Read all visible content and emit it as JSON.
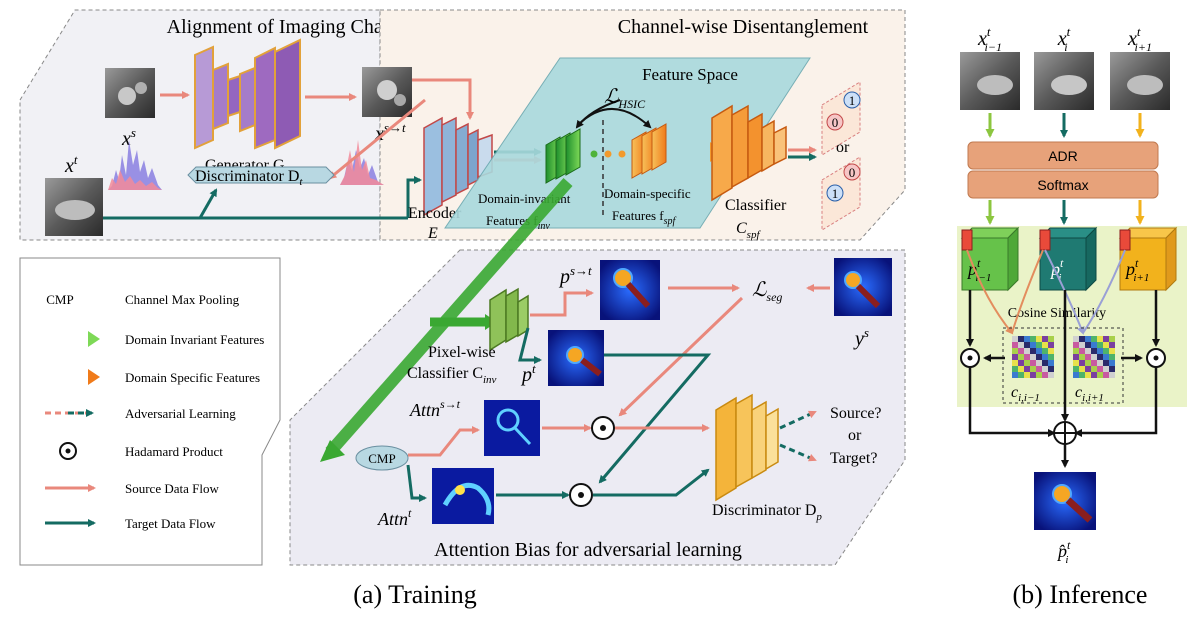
{
  "colors": {
    "source_flow": "#e9887c",
    "target_flow": "#146b62",
    "invariant_green": "#4fb33a",
    "specific_orange": "#f39a2c",
    "encoder_blue": "#8fb8da",
    "generator_purple": "#9e6ac0",
    "feature_space": "#a9d9dd",
    "panel_grey": "#f1f1f5",
    "panel_beige": "#faf2ea",
    "panel_lavender": "#ecebf3",
    "inference_panel": "#eaf3c8",
    "adr_box": "#e7a27a"
  },
  "panels": {
    "alignment_title": "Alignment of Imaging Characteristics",
    "disentangle_title": "Channel-wise Disentanglement",
    "attention_title": "Attention Bias for adversarial learning",
    "training_caption": "(a) Training",
    "inference_caption": "(b) Inference"
  },
  "alignment": {
    "x_s": "x",
    "x_s_sup": "s",
    "x_t": "x",
    "x_t_sup": "t",
    "x_st": "x",
    "x_st_sup": "s→t",
    "generator": "Generator G",
    "generator_sub": "t",
    "discriminator": "Discriminator D",
    "discriminator_sub": "t"
  },
  "disentangle": {
    "encoder_line1": "Encoder",
    "encoder_line2": "E",
    "feature_space": "Feature Space",
    "hsic": "ℒ",
    "hsic_sub": "HSIC",
    "invariant_line1": "Domain-invariant",
    "invariant_line2": "Features f",
    "invariant_sub": "inv",
    "specific_line1": "Domain-specific",
    "specific_line2": "Features f",
    "specific_sub": "spf",
    "classifier_line1": "Classifier",
    "classifier_line2": "C",
    "classifier_sub": "spf",
    "label_zero": "0",
    "label_one": "1",
    "or": "or"
  },
  "attention": {
    "pixel_classifier_line1": "Pixel-wise",
    "pixel_classifier_line2": "Classifier C",
    "pixel_classifier_sub": "inv",
    "p_st": "p",
    "p_st_sup": "s→t",
    "p_t": "p",
    "p_t_sup": "t",
    "loss_seg": "ℒ",
    "loss_seg_sub": "seg",
    "y_s": "y",
    "y_s_sup": "s",
    "attn_st": "Attn",
    "attn_st_sup": "s→t",
    "attn_t": "Attn",
    "attn_t_sup": "t",
    "cmp": "CMP",
    "dp_label": "Discriminator D",
    "dp_sub": "p",
    "source_q": "Source?",
    "or": "or",
    "target_q": "Target?"
  },
  "legend": {
    "items": [
      {
        "key": "CMP",
        "label": "Channel Max Pooling"
      },
      {
        "key": "",
        "label": "Domain Invariant Features"
      },
      {
        "key": "",
        "label": "Domain Specific Features"
      },
      {
        "key": "",
        "label": "Adversarial Learning"
      },
      {
        "key": "",
        "label": "Hadamard Product"
      },
      {
        "key": "",
        "label": "Source Data Flow"
      },
      {
        "key": "",
        "label": "Target Data Flow"
      }
    ]
  },
  "inference": {
    "x_prev": "x",
    "x_prev_sup": "t",
    "x_prev_sub": "i−1",
    "x_cur": "x",
    "x_cur_sup": "t",
    "x_cur_sub": "i",
    "x_next": "x",
    "x_next_sup": "t",
    "x_next_sub": "i+1",
    "adr": "ADR",
    "softmax": "Softmax",
    "p_prev": "p",
    "p_prev_sup": "t",
    "p_prev_sub": "i−1",
    "p_cur": "p",
    "p_cur_sup": "t",
    "p_cur_sub": "i",
    "p_next": "p",
    "p_next_sup": "t",
    "p_next_sub": "i+1",
    "cosine": "Cosine Similarity",
    "c_prev": "c",
    "c_prev_sub": "i,i−1",
    "c_next": "c",
    "c_next_sub": "i,i+1",
    "output": "p̂",
    "output_sup": "t",
    "output_sub": "i"
  }
}
